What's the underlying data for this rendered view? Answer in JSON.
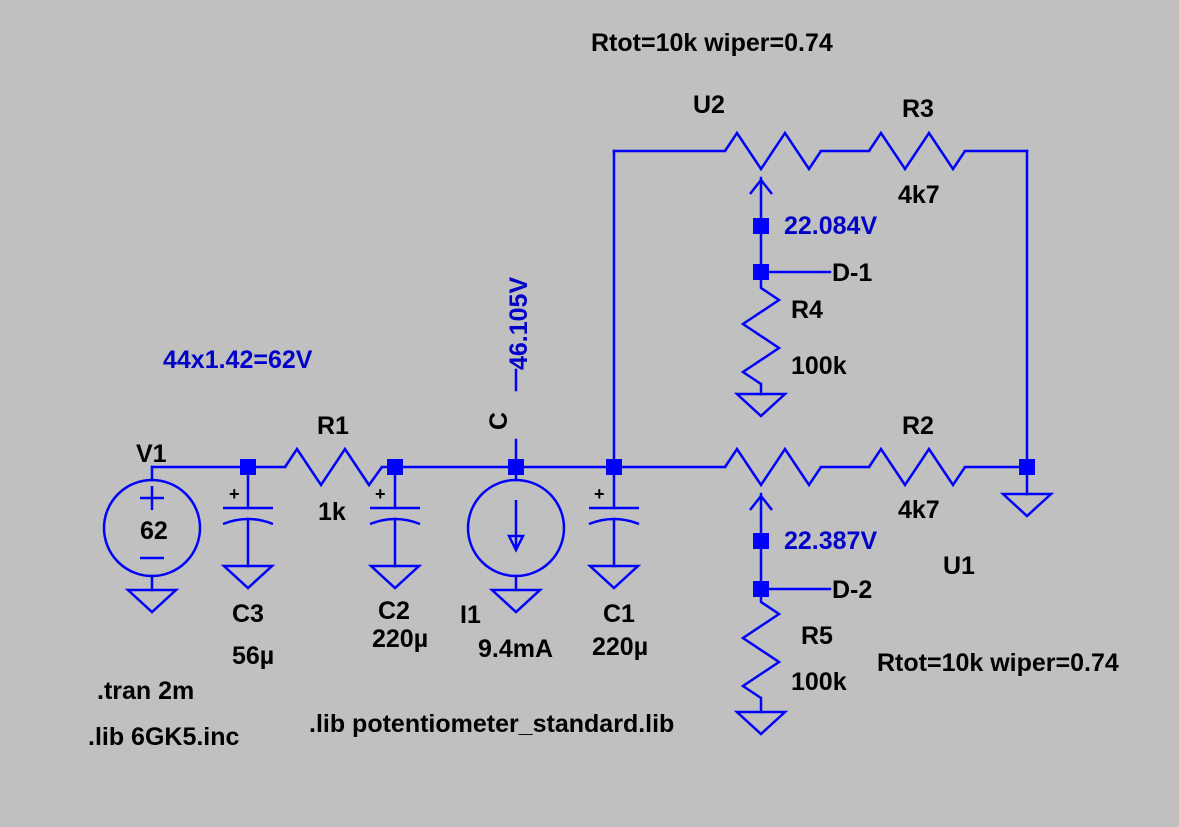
{
  "directives": {
    "tran": ".tran 2m",
    "lib_tube": ".lib 6GK5.inc",
    "lib_pot": ".lib potentiometer_standard.lib"
  },
  "comment": "44x1.42=62V",
  "components": {
    "V1": {
      "name": "V1",
      "value": "62"
    },
    "C3": {
      "name": "C3",
      "value": "56µ"
    },
    "R1": {
      "name": "R1",
      "value": "1k"
    },
    "C2": {
      "name": "C2",
      "value": "220µ"
    },
    "I1": {
      "name": "I1",
      "value": "9.4mA"
    },
    "C1": {
      "name": "C1",
      "value": "220µ"
    },
    "U2": {
      "name": "U2",
      "params": "Rtot=10k wiper=0.74"
    },
    "R3": {
      "name": "R3",
      "value": "4k7"
    },
    "R4": {
      "name": "R4",
      "value": "100k"
    },
    "U1": {
      "name": "U1",
      "params": "Rtot=10k wiper=0.74"
    },
    "R2": {
      "name": "R2",
      "value": "4k7"
    },
    "R5": {
      "name": "R5",
      "value": "100k"
    }
  },
  "nets": {
    "C": "C",
    "D1": "D-1",
    "D2": "D-2"
  },
  "voltages": {
    "C": "46.105V",
    "U2_wiper": "22.084V",
    "U1_wiper": "22.387V"
  },
  "colors": {
    "background": "#c0c0c0",
    "wire": "#0000ff",
    "label": "#000000",
    "annotation": "#0000c8"
  }
}
